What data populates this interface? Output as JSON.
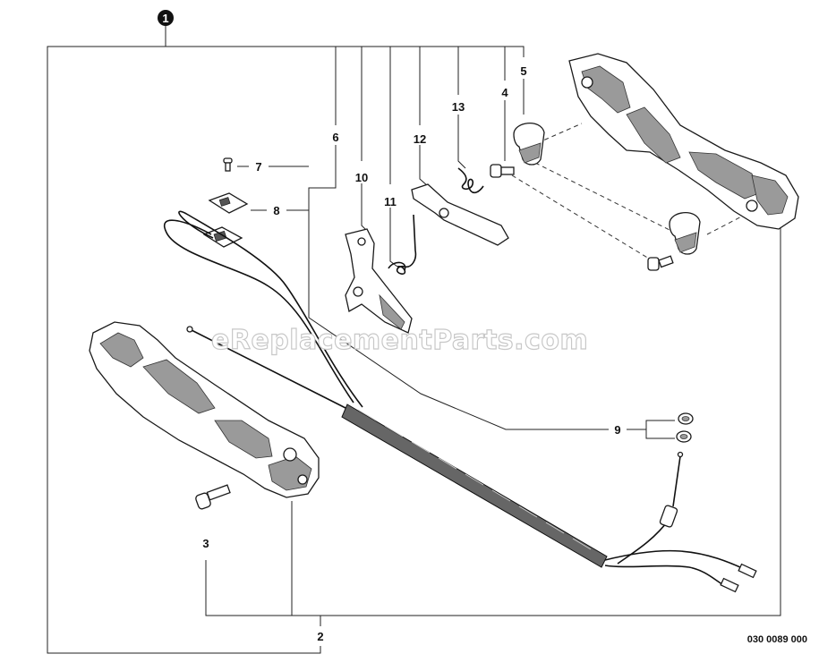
{
  "assembly_callout": "1",
  "part_numbers": {
    "p2": "2",
    "p3": "3",
    "p4": "4",
    "p5": "5",
    "p6": "6",
    "p7": "7",
    "p8": "8",
    "p9": "9",
    "p10": "10",
    "p11": "11",
    "p12": "12",
    "p13": "13"
  },
  "watermark": "eReplacementParts.com",
  "drawing_code": "030 0089 000"
}
